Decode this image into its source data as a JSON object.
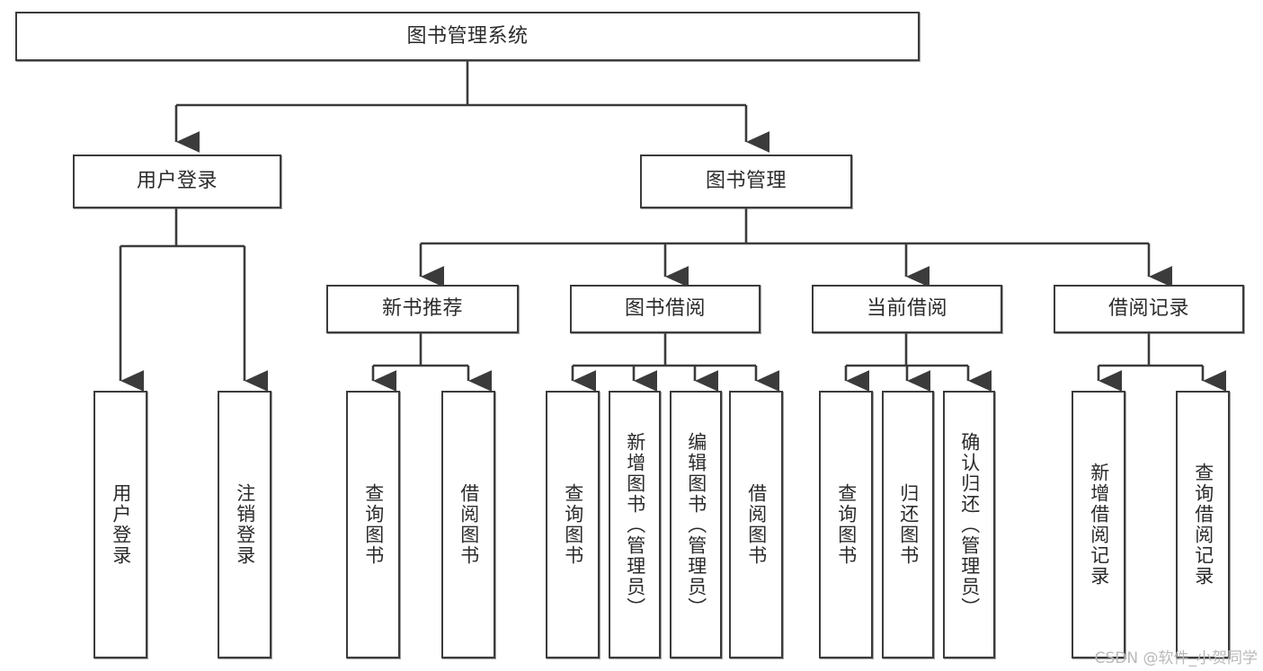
{
  "diagram": {
    "title": "图书管理系统",
    "watermark": "CSDN @软件_小贺同学",
    "line_color": "#3b3b3b",
    "text_color": "#2b2b2b",
    "background": "#ffffff",
    "nodes": {
      "root": {
        "label": "图书管理系统"
      },
      "l2": [
        {
          "label": "用户登录"
        },
        {
          "label": "图书管理"
        }
      ],
      "l3": [
        {
          "label": "新书推荐"
        },
        {
          "label": "图书借阅"
        },
        {
          "label": "当前借阅"
        },
        {
          "label": "借阅记录"
        }
      ],
      "leaves": {
        "user_login": [
          {
            "label": "用户登录"
          },
          {
            "label": "注销登录"
          }
        ],
        "new_book": [
          {
            "label": "查询图书"
          },
          {
            "label": "借阅图书"
          }
        ],
        "borrow": [
          {
            "label": "查询图书"
          },
          {
            "label": "新增图书（管理员）"
          },
          {
            "label": "编辑图书（管理员）"
          },
          {
            "label": "借阅图书"
          }
        ],
        "current": [
          {
            "label": "查询图书"
          },
          {
            "label": "归还图书"
          },
          {
            "label": "确认归还（管理员）"
          }
        ],
        "records": [
          {
            "label": "新增借阅记录"
          },
          {
            "label": "查询借阅记录"
          }
        ]
      }
    }
  }
}
